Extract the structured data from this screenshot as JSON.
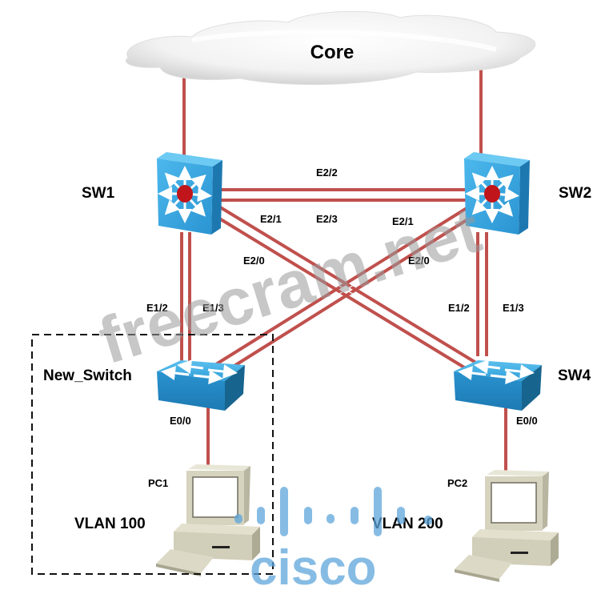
{
  "diagram": {
    "title": "Core",
    "devices": {
      "core": {
        "label": "Core",
        "type": "cloud"
      },
      "sw1": {
        "label": "SW1",
        "type": "multilayer-switch"
      },
      "sw2": {
        "label": "SW2",
        "type": "multilayer-switch"
      },
      "new_switch": {
        "label": "New_Switch",
        "type": "switch"
      },
      "sw4": {
        "label": "SW4",
        "type": "switch"
      },
      "pc1": {
        "label": "PC1",
        "type": "pc"
      },
      "pc2": {
        "label": "PC2",
        "type": "pc"
      }
    },
    "vlans": {
      "left": "VLAN 100",
      "right": "VLAN 200"
    },
    "ports": {
      "sw1_sw2_top": "E2/2",
      "sw1_sw2_bottom": "E2/3",
      "sw1_e2_1": "E2/1",
      "sw1_e2_0": "E2/0",
      "sw2_e2_1": "E2/1",
      "sw2_e2_0": "E2/0",
      "new_switch_e1_2": "E1/2",
      "new_switch_e1_3": "E1/3",
      "sw4_e1_2": "E1/2",
      "sw4_e1_3": "E1/3",
      "new_switch_e0_0": "E0/0",
      "sw4_e0_0": "E0/0"
    },
    "links": [
      {
        "from": "core",
        "to": "sw1"
      },
      {
        "from": "core",
        "to": "sw2"
      },
      {
        "from": "sw1",
        "to": "sw2",
        "ports": [
          "E2/2",
          "E2/3"
        ]
      },
      {
        "from": "sw1",
        "to": "new_switch",
        "ports": [
          "E1/2",
          "E1/3"
        ]
      },
      {
        "from": "sw2",
        "to": "sw4",
        "ports": [
          "E1/2",
          "E1/3"
        ]
      },
      {
        "from": "sw1",
        "to": "sw4",
        "ports": [
          "E2/0",
          "E2/1"
        ]
      },
      {
        "from": "sw2",
        "to": "new_switch",
        "ports": [
          "E2/0",
          "E2/1"
        ]
      },
      {
        "from": "new_switch",
        "to": "pc1",
        "ports": [
          "E0/0"
        ]
      },
      {
        "from": "sw4",
        "to": "pc2",
        "ports": [
          "E0/0"
        ]
      }
    ],
    "colors": {
      "link": "#c0504d",
      "switch_blue": "#2e9ed8",
      "switch_dark": "#1b6e9e",
      "router_red": "#c0151b",
      "pc_beige": "#d9d6c2"
    }
  },
  "watermarks": {
    "site": "freecram.net",
    "brand": "cisco"
  }
}
